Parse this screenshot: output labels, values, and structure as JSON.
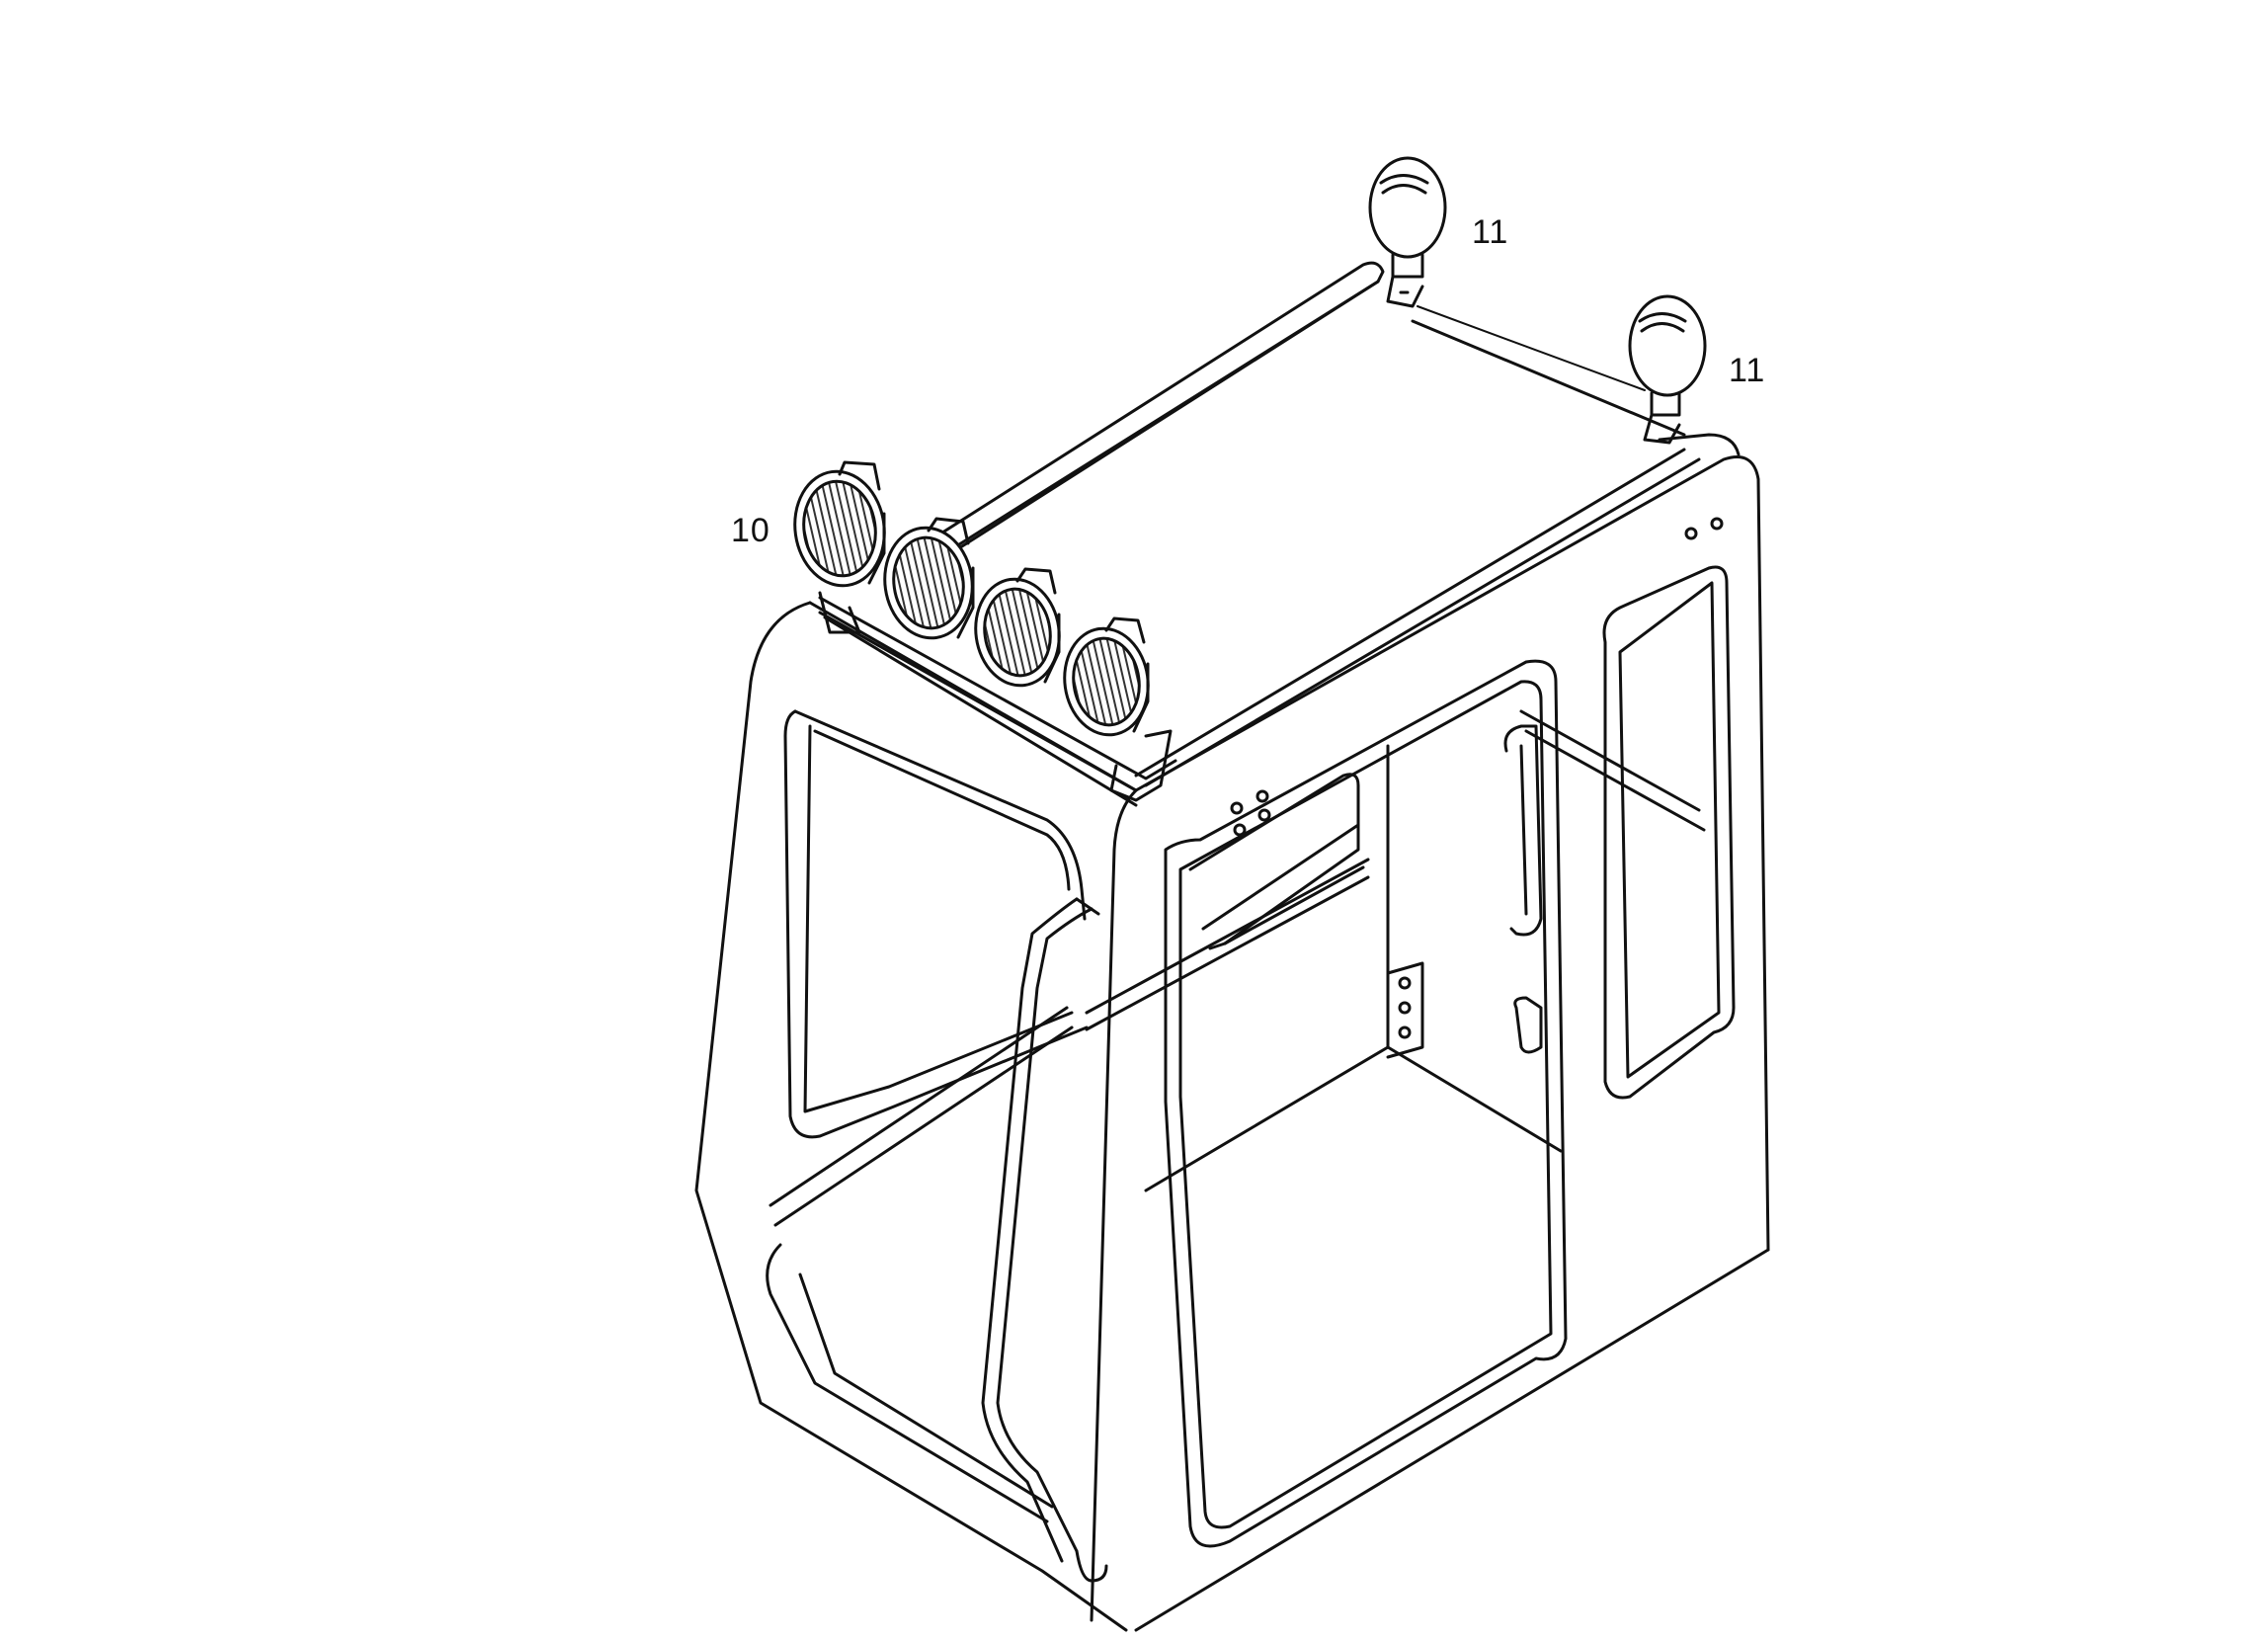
{
  "callouts": {
    "front_lamp_bar": "10",
    "rear_lamp_upper": "11",
    "rear_lamp_lower": "11"
  },
  "colors": {
    "ink": "#111111",
    "paper": "#ffffff",
    "lens_hatch": "#333333"
  },
  "icons": {
    "front_work_lamps": "work-lamp-icon",
    "rear_work_lamps": "work-lamp-icon"
  }
}
